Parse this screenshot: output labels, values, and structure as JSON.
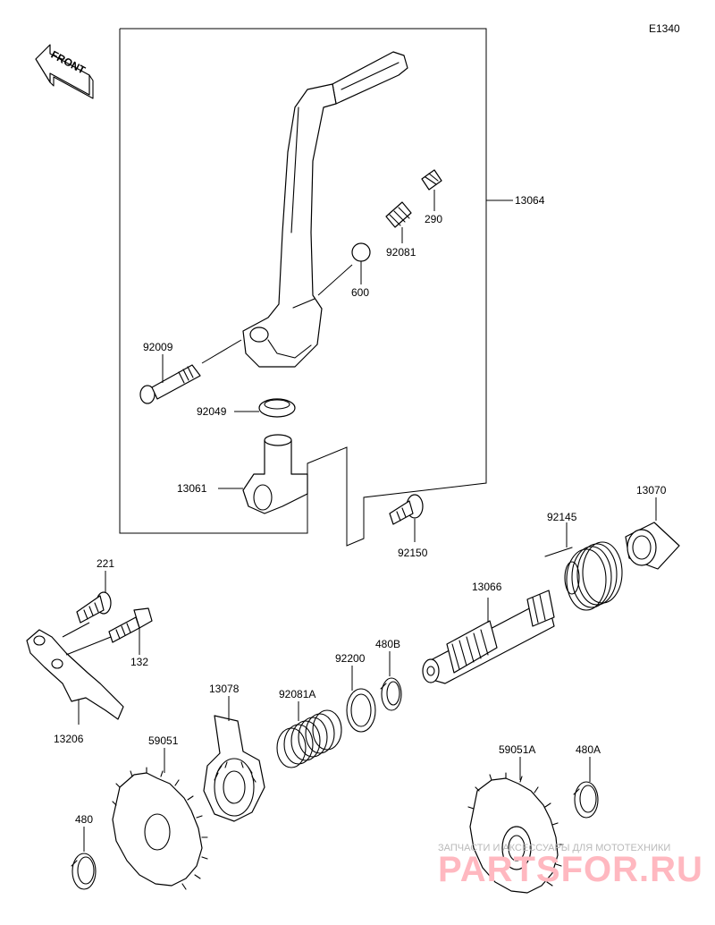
{
  "diagram_code": "E1340",
  "front_label": "FRONT",
  "parts": {
    "p13064": "13064",
    "p290": "290",
    "p92081": "92081",
    "p600": "600",
    "p92009": "92009",
    "p92049": "92049",
    "p13061": "13061",
    "p92150": "92150",
    "p13070": "13070",
    "p92145": "92145",
    "p13066": "13066",
    "p221": "221",
    "p132": "132",
    "p13206": "13206",
    "p480B": "480B",
    "p92200": "92200",
    "p13078": "13078",
    "p92081A": "92081A",
    "p59051": "59051",
    "p59051A": "59051A",
    "p480A": "480A",
    "p480": "480"
  },
  "watermark": {
    "caption": "ЗАПЧАСТИ И АКСЕССУАРЫ ДЛЯ МОТОТЕХНИКИ",
    "brand": "PARTSFOR.RU"
  }
}
